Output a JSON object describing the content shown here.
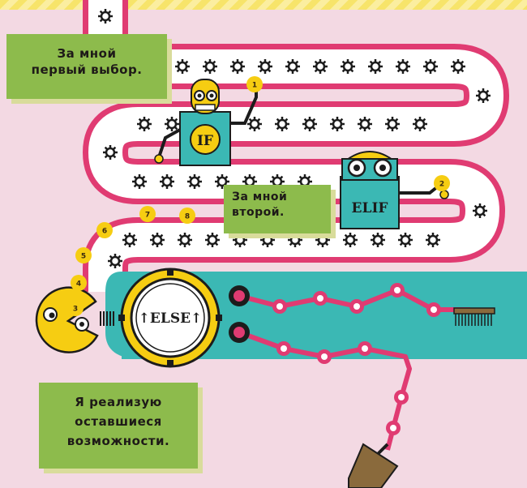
{
  "bubbles": {
    "first": [
      "За мной",
      "первый выбор."
    ],
    "second": [
      "За мной",
      "второй."
    ],
    "else": [
      "Я реализую",
      "оставшиеся",
      "возможности."
    ]
  },
  "robots": {
    "if_label": "IF",
    "elif_label": "ELIF",
    "else_label": "↑ELSE↑"
  },
  "coins": [
    "1",
    "2",
    "3",
    "4",
    "5",
    "6",
    "7",
    "8"
  ],
  "colors": {
    "background": "#f3d9e3",
    "belt_pink": "#e03b72",
    "teal": "#3bb8b4",
    "yellow": "#f6cd12",
    "bubble_green": "#8dbb4c"
  }
}
